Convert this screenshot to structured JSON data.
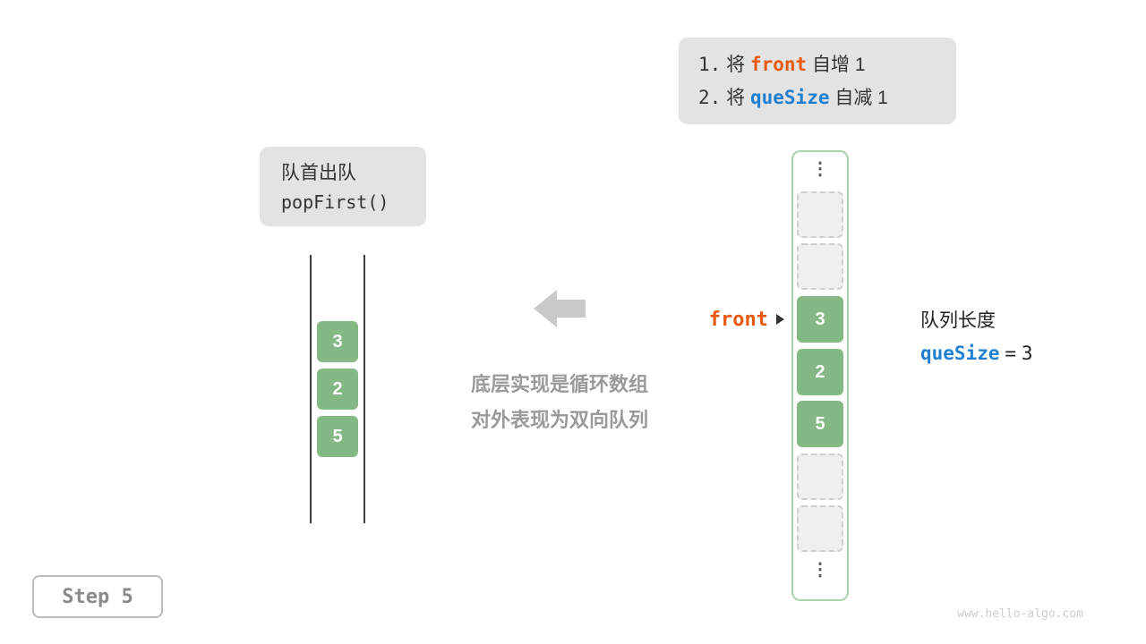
{
  "instruction_box": {
    "line1": {
      "num": "1.",
      "pre": "将",
      "keyword": "front",
      "post": "自增 1"
    },
    "line2": {
      "num": "2.",
      "pre": "将",
      "keyword": "queSize",
      "post": "自减 1"
    }
  },
  "operation_box": {
    "title": "队首出队",
    "method": "popFirst()"
  },
  "abstract_queue": {
    "values": [
      "3",
      "2",
      "5"
    ]
  },
  "center_note": {
    "line1": "底层实现是循环数组",
    "line2": "对外表现为双向队列"
  },
  "front_pointer": {
    "label": "front"
  },
  "array": {
    "ellipsis": "⋮",
    "cells": [
      {
        "type": "empty",
        "value": ""
      },
      {
        "type": "empty",
        "value": ""
      },
      {
        "type": "filled",
        "value": "3"
      },
      {
        "type": "filled",
        "value": "2"
      },
      {
        "type": "filled",
        "value": "5"
      },
      {
        "type": "empty",
        "value": ""
      },
      {
        "type": "empty",
        "value": ""
      }
    ]
  },
  "queue_info": {
    "label": "队列长度",
    "variable": "queSize",
    "operator": "=",
    "value": "3"
  },
  "step_badge": {
    "label": "Step 5"
  },
  "watermark": "www.hello-algo.com",
  "colors": {
    "green_fill": "#84b884",
    "green_border": "#abd3ab",
    "orange_keyword": "#e8590c",
    "blue_keyword": "#1f7fd0",
    "box_gray": "#e3e3e3",
    "arrow_gray": "#c9c9c9"
  }
}
